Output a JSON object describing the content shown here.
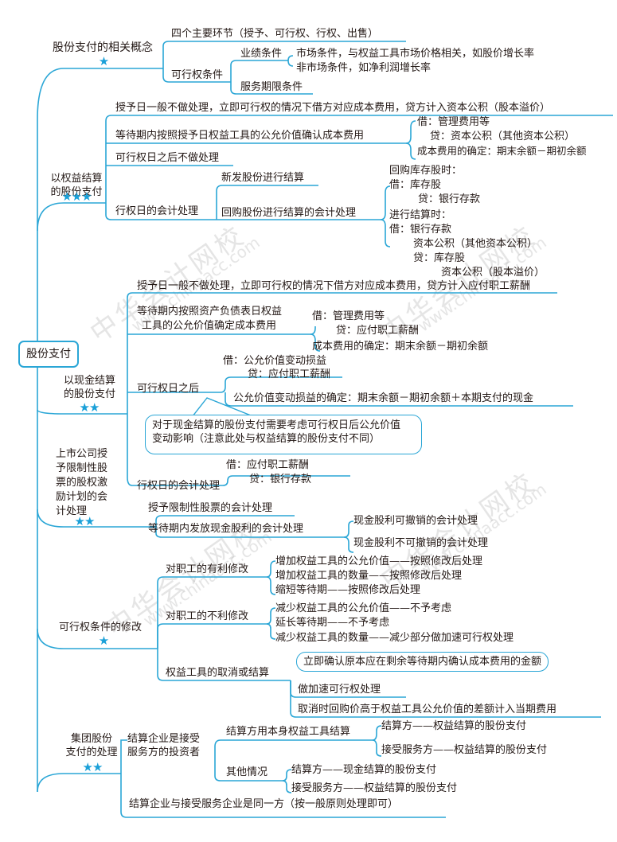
{
  "root": {
    "label": "股份支付"
  },
  "accent_color": "#2aa6d6",
  "star_color": "#1aa0d8",
  "watermark": {
    "cn": "中华会计网校",
    "en": "www.chinaacc.com"
  },
  "branches": [
    {
      "label": "股份支付的相关概念",
      "stars": "★",
      "children": [
        {
          "label": "四个主要环节（授予、可行权、行权、出售）"
        },
        {
          "label": "可行权条件",
          "children": [
            {
              "label": "业绩条件",
              "children": [
                {
                  "label": "市场条件，与权益工具市场价格相关，如股价增长率"
                },
                {
                  "label": "非市场条件，如净利润增长率"
                }
              ]
            },
            {
              "label": "服务期限条件"
            }
          ]
        }
      ]
    },
    {
      "label_lines": [
        "以权益结算",
        "的股份支付"
      ],
      "stars": "★★★",
      "children": [
        {
          "label": "授予日一般不做处理，立即可行权的情况下借方对应成本费用，贷方计入资本公积（股本溢价）"
        },
        {
          "label": "等待期内按照授予日权益工具的公允价值确认成本费用",
          "children": [
            {
              "label": "借：管理费用等"
            },
            {
              "label": "贷：资本公积（其他资本公积）"
            },
            {
              "label": "成本费用的确定：期末余额－期初余额"
            }
          ]
        },
        {
          "label": "可行权日之后不做处理"
        },
        {
          "label": "行权日的会计处理",
          "children": [
            {
              "label": "新发股份进行结算"
            },
            {
              "label": "回购股份进行结算的会计处理",
              "lines": [
                "回购库存股时：",
                "借：库存股",
                "贷：银行存款",
                "进行结算时：",
                "借：银行存款",
                "资本公积（其他资本公积）",
                "贷：库存股",
                "资本公积（股本溢价）"
              ]
            }
          ]
        }
      ]
    },
    {
      "label_lines": [
        "以现金结算",
        "的股份支付"
      ],
      "stars": "★★",
      "children": [
        {
          "label": "授予日一般不做处理，立即可行权的情况下借方对应成本费用，贷方计入应付职工薪酬"
        },
        {
          "label_lines": [
            "等待期内按照资产负债表日权益",
            "工具的公允价值确定成本费用"
          ],
          "children": [
            {
              "label": "借：管理费用等"
            },
            {
              "label": "贷：应付职工薪酬"
            },
            {
              "label": "成本费用的确定：期末余额－期初余额"
            }
          ]
        },
        {
          "label": "可行权日之后",
          "children": [
            {
              "label": "借：公允价值变动损益"
            },
            {
              "label": "贷：应付职工薪酬"
            },
            {
              "label": "公允价值变动损益的确定：期末余额－期初余额＋本期支付的现金"
            }
          ],
          "note_lines": [
            "对于现金结算的股份支付需要考虑可行权日后公允价值",
            "变动影响（注意此处与权益结算的股份支付不同）"
          ]
        },
        {
          "label": "行权日的会计处理",
          "children": [
            {
              "label": "借：应付职工薪酬"
            },
            {
              "label": "贷：银行存款"
            }
          ]
        }
      ]
    },
    {
      "label_lines": [
        "上市公司授",
        "予限制性股",
        "票的股权激",
        "励计划的会",
        "计处理"
      ],
      "stars": "★★",
      "children": [
        {
          "label": "授予限制性股票的会计处理"
        },
        {
          "label": "等待期内发放现金股利的会计处理",
          "children": [
            {
              "label": "现金股利可撤销的会计处理"
            },
            {
              "label": "现金股利不可撤销的会计处理"
            }
          ]
        }
      ]
    },
    {
      "label": "可行权条件的修改",
      "stars": "★",
      "children": [
        {
          "label": "对职工的有利修改",
          "children": [
            {
              "label": "增加权益工具的公允价值——按照修改后处理"
            },
            {
              "label": "增加权益工具的数量——按照修改后处理"
            },
            {
              "label": "缩短等待期——按照修改后处理"
            }
          ]
        },
        {
          "label": "对职工的不利修改",
          "children": [
            {
              "label": "减少权益工具的公允价值——不予考虑"
            },
            {
              "label": "延长等待期——不予考虑"
            },
            {
              "label": "减少权益工具的数量——减少部分做加速可行权处理"
            }
          ]
        },
        {
          "label": "权益工具的取消或结算",
          "note": "立即确认原本应在剩余等待期内确认成本费用的金额",
          "children": [
            {
              "label": "做加速可行权处理"
            },
            {
              "label": "取消时回购价高于权益工具公允价值的差额计入当期费用"
            }
          ]
        }
      ]
    },
    {
      "label_lines": [
        "集团股份",
        "支付的处理"
      ],
      "stars": "★★",
      "children": [
        {
          "label_lines": [
            "结算企业是接受",
            "服务方的投资者"
          ],
          "children": [
            {
              "label": "结算方用本身权益工具结算",
              "children": [
                {
                  "label": "结算方——权益结算的股份支付"
                },
                {
                  "label": "接受服务方——权益结算的股份支付"
                }
              ]
            },
            {
              "label": "其他情况",
              "children": [
                {
                  "label": "结算方——现金结算的股份支付"
                },
                {
                  "label": "接受服务方——权益结算的股份支付"
                }
              ]
            }
          ]
        },
        {
          "label": "结算企业与接受服务企业是同一方（按一般原则处理即可）"
        }
      ]
    }
  ]
}
